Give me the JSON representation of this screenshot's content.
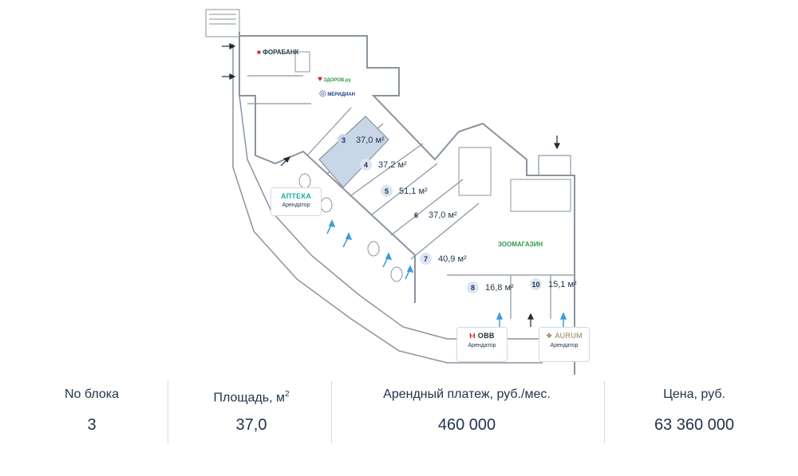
{
  "plan": {
    "brands": {
      "forabank": "ФОРАБАНК",
      "zdorov": "ЗДОРОВ.ру",
      "meridian": "МЕРИДИАН",
      "zoomagazin": "ЗООМАГАЗИН"
    },
    "tenants": [
      {
        "name": "АПТЕКА",
        "sub": "Арендатор"
      },
      {
        "name": "ОВВ",
        "sub": "Арендатор"
      },
      {
        "name": "AURUM",
        "sub": "Арендатор"
      }
    ],
    "blocks": [
      {
        "num": "3",
        "area": "37,0 м²"
      },
      {
        "num": "4",
        "area": "37,2 м²"
      },
      {
        "num": "5",
        "area": "51,1 м²"
      },
      {
        "num": "6",
        "area": "37,0 м²"
      },
      {
        "num": "7",
        "area": "40,9 м²"
      },
      {
        "num": "8",
        "area": "16,8 м²"
      },
      {
        "num": "10",
        "area": "15,1 м²"
      }
    ],
    "selected_block": "3",
    "colors": {
      "selected_fill": "#c9d6e6",
      "wall": "#7f8a96",
      "arrow": "#3b9ed8",
      "pharmacy": "#1bb39a",
      "zoo": "#2f9a4b"
    }
  },
  "info": {
    "block": {
      "label": "No блока",
      "value": "3"
    },
    "area": {
      "label": "Площадь, м²",
      "value": "37,0"
    },
    "rent": {
      "label": "Арендный платеж, руб./мес.",
      "value": "460 000"
    },
    "price": {
      "label": "Цена, руб.",
      "value": "63 360 000"
    }
  }
}
